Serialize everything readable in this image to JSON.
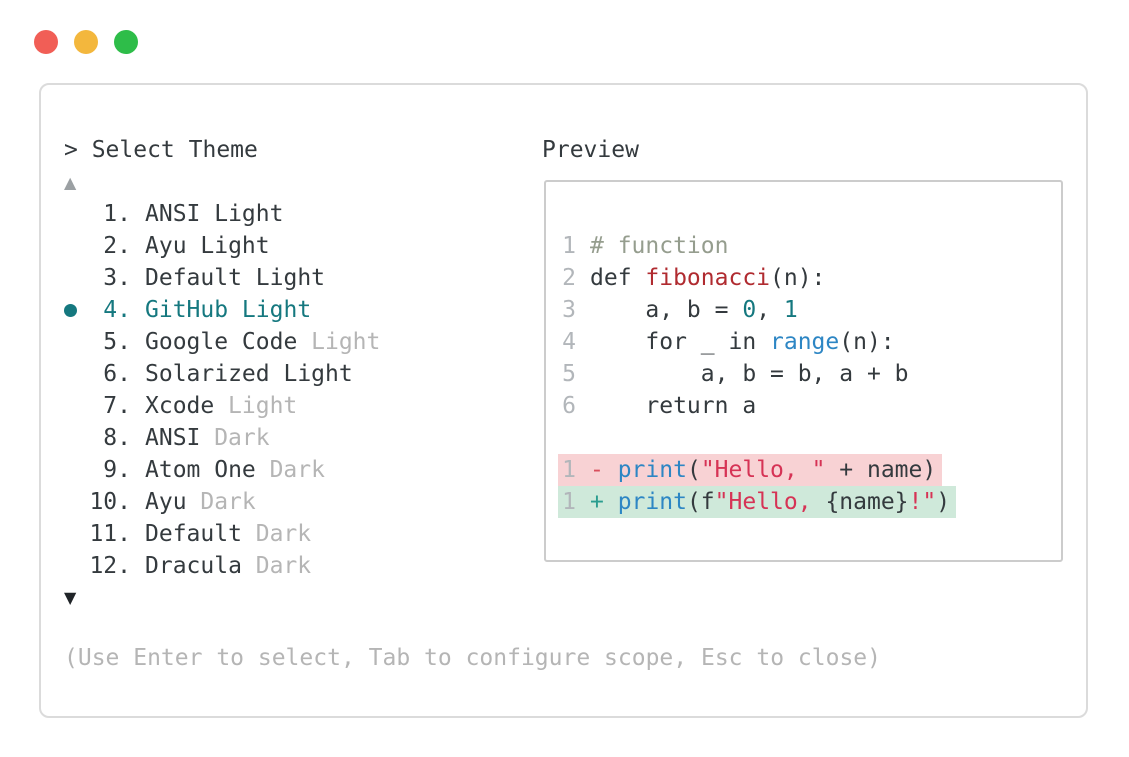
{
  "window": {
    "traffic_lights": [
      {
        "name": "close",
        "color": "#f15e56"
      },
      {
        "name": "minimize",
        "color": "#f3b73d"
      },
      {
        "name": "zoom",
        "color": "#2ebd49"
      }
    ]
  },
  "theme_picker": {
    "prompt": "> Select Theme",
    "scroll_up_indicator": "▲",
    "scroll_down_indicator": "▼",
    "selected_number": "4.",
    "selected_theme": "GitHub Light",
    "items": [
      {
        "number": "1.",
        "name": "ANSI Light",
        "suffix": "",
        "selected": false
      },
      {
        "number": "2.",
        "name": "Ayu Light",
        "suffix": "",
        "selected": false
      },
      {
        "number": "3.",
        "name": "Default Light",
        "suffix": "",
        "selected": false
      },
      {
        "number": "4.",
        "name": "GitHub Light",
        "suffix": "",
        "selected": true
      },
      {
        "number": "5.",
        "name": "Google Code",
        "suffix": "Light",
        "selected": false
      },
      {
        "number": "6.",
        "name": "Solarized Light",
        "suffix": "",
        "selected": false
      },
      {
        "number": "7.",
        "name": "Xcode",
        "suffix": "Light",
        "selected": false
      },
      {
        "number": "8.",
        "name": "ANSI",
        "suffix": "Dark",
        "selected": false
      },
      {
        "number": "9.",
        "name": "Atom One",
        "suffix": "Dark",
        "selected": false
      },
      {
        "number": "10.",
        "name": "Ayu",
        "suffix": "Dark",
        "selected": false
      },
      {
        "number": "11.",
        "name": "Default",
        "suffix": "Dark",
        "selected": false
      },
      {
        "number": "12.",
        "name": "Dracula",
        "suffix": "Dark",
        "selected": false
      }
    ],
    "hint": "(Use Enter to select, Tab to configure scope, Esc to close)"
  },
  "preview": {
    "label": "Preview",
    "code_lines": [
      {
        "ln": "1",
        "diff": "",
        "tokens": [
          {
            "t": "# function",
            "c": "comment"
          }
        ]
      },
      {
        "ln": "2",
        "diff": "",
        "tokens": [
          {
            "t": "def ",
            "c": "plain"
          },
          {
            "t": "fibonacci",
            "c": "func"
          },
          {
            "t": "(n):",
            "c": "plain"
          }
        ]
      },
      {
        "ln": "3",
        "diff": "",
        "tokens": [
          {
            "t": "    a, b = ",
            "c": "plain"
          },
          {
            "t": "0",
            "c": "number"
          },
          {
            "t": ", ",
            "c": "plain"
          },
          {
            "t": "1",
            "c": "number"
          }
        ]
      },
      {
        "ln": "4",
        "diff": "",
        "tokens": [
          {
            "t": "    for _ in ",
            "c": "plain"
          },
          {
            "t": "range",
            "c": "builtin"
          },
          {
            "t": "(n):",
            "c": "plain"
          }
        ]
      },
      {
        "ln": "5",
        "diff": "",
        "tokens": [
          {
            "t": "        a, b = b, a + b",
            "c": "plain"
          }
        ]
      },
      {
        "ln": "6",
        "diff": "",
        "tokens": [
          {
            "t": "    return a",
            "c": "plain"
          }
        ]
      },
      {
        "ln": "",
        "diff": "spacer",
        "tokens": []
      },
      {
        "ln": "1",
        "diff": "removed",
        "tokens": [
          {
            "t": "- ",
            "c": "del"
          },
          {
            "t": "print",
            "c": "builtin"
          },
          {
            "t": "(",
            "c": "plain"
          },
          {
            "t": "\"Hello, \"",
            "c": "string"
          },
          {
            "t": " + name)",
            "c": "plain"
          }
        ]
      },
      {
        "ln": "1",
        "diff": "added",
        "tokens": [
          {
            "t": "+ ",
            "c": "ins"
          },
          {
            "t": "print",
            "c": "builtin"
          },
          {
            "t": "(f",
            "c": "plain"
          },
          {
            "t": "\"Hello, ",
            "c": "string"
          },
          {
            "t": "{name}",
            "c": "plain"
          },
          {
            "t": "!\"",
            "c": "string"
          },
          {
            "t": ")",
            "c": "plain"
          }
        ]
      }
    ]
  },
  "colors": {
    "accent_teal": "#15787f",
    "text_dark": "#343a3e",
    "muted_gray": "#b5b5b5",
    "function_red": "#b02b30",
    "builtin_blue": "#2d86c4",
    "string_red": "#d63355",
    "comment_gray": "#959d8e",
    "line_number_gray": "#b2b6ba",
    "diff_removed_bg": "#f8d2d4",
    "diff_added_bg": "#cfe9da",
    "diff_del_red": "#d94f5c",
    "diff_ins_teal": "#2a9d8f"
  }
}
